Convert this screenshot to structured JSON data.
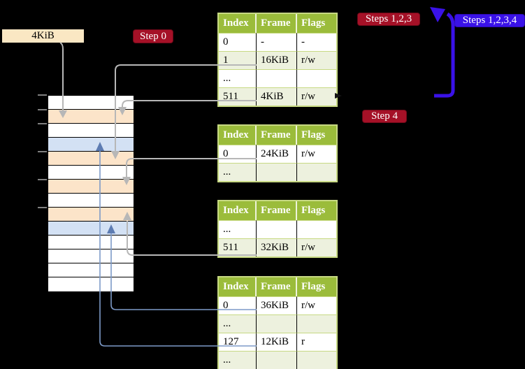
{
  "labels": {
    "frame_size_label": "4KiB",
    "step0_badge": "Step 0",
    "steps123_badge": "Steps 1,2,3",
    "steps1234_badge": "Steps 1,2,3,4",
    "step4_badge": "Step 4"
  },
  "memory": {
    "rows": [
      "white",
      "orange",
      "white",
      "blue",
      "orange",
      "white",
      "orange",
      "white",
      "orange",
      "blue",
      "white",
      "white",
      "white",
      "white"
    ]
  },
  "tables": [
    {
      "name": "page-table-top",
      "headers": [
        "Index",
        "Frame",
        "Flags"
      ],
      "rows": [
        {
          "cells": [
            "0",
            "-",
            "-"
          ]
        },
        {
          "cells": [
            "1",
            "16KiB",
            "r/w"
          ]
        },
        {
          "cells": [
            "...",
            "",
            ""
          ]
        },
        {
          "cells": [
            "511",
            "4KiB",
            "r/w"
          ],
          "highlight": true
        }
      ]
    },
    {
      "name": "page-table-second",
      "headers": [
        "Index",
        "Frame",
        "Flags"
      ],
      "rows": [
        {
          "cells": [
            "0",
            "24KiB",
            "r/w"
          ]
        },
        {
          "cells": [
            "...",
            "",
            ""
          ]
        }
      ]
    },
    {
      "name": "page-table-third",
      "headers": [
        "Index",
        "Frame",
        "Flags"
      ],
      "rows": [
        {
          "cells": [
            "...",
            "",
            ""
          ]
        },
        {
          "cells": [
            "511",
            "32KiB",
            "r/w"
          ]
        }
      ]
    },
    {
      "name": "page-table-fourth",
      "headers": [
        "Index",
        "Frame",
        "Flags"
      ],
      "rows": [
        {
          "cells": [
            "0",
            "36KiB",
            "r/w"
          ]
        },
        {
          "cells": [
            "...",
            "",
            ""
          ]
        },
        {
          "cells": [
            "127",
            "12KiB",
            "r"
          ]
        },
        {
          "cells": [
            "...",
            "",
            ""
          ]
        }
      ]
    }
  ],
  "colors": {
    "header_green": "#9bbc3b",
    "row_green": "#edf1de",
    "border_green": "#c7d983",
    "highlight_yellow": "#ffff9b",
    "badge_red": "#a51127",
    "badge_blue": "#3a12e8",
    "arrow_blue": "#3a12e8",
    "connector_gray": "#b7b7b7",
    "connector_blue": "#7d9ac8",
    "arrowhead_blue": "#5d7cb2",
    "frame_label_bg": "#fae7c3",
    "row_orange": "#fce4c9",
    "row_blue": "#d3e1f4"
  }
}
